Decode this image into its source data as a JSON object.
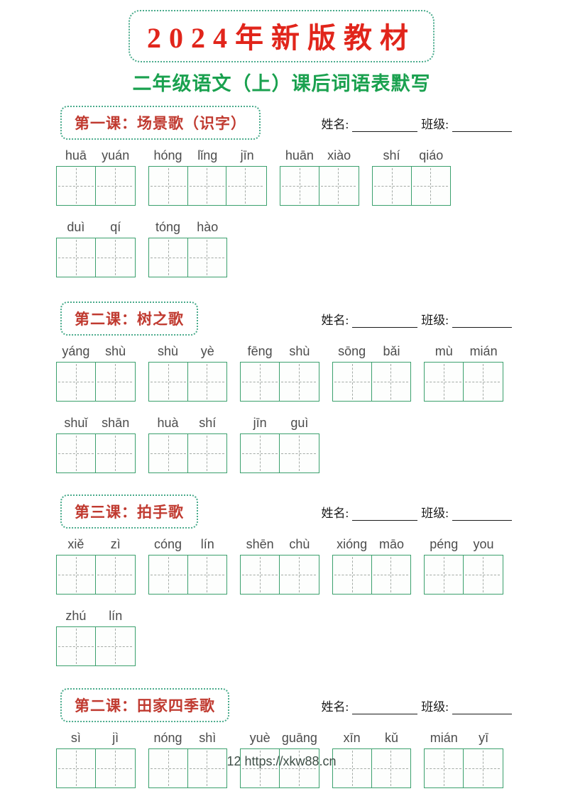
{
  "page": {
    "title": "2024年新版教材",
    "subtitle": "二年级语文（上）课后词语表默写",
    "footer": "12 https://xkw88.cn"
  },
  "labels": {
    "name": "姓名:",
    "class": "班级:"
  },
  "colors": {
    "title_red": "#e1251b",
    "section_title_red": "#c03a30",
    "subtitle_green": "#1aa14f",
    "dotted_box_green": "#4aab8c",
    "grid_green": "#3ba06d",
    "pinyin_gray": "#4c4c4c"
  },
  "sections": [
    {
      "title": "第一课：场景歌（识字）",
      "rows": [
        [
          [
            "huā",
            "yuán"
          ],
          [
            "hóng",
            "lǐng",
            "jīn"
          ],
          [
            "huān",
            "xiào"
          ],
          [
            "shí",
            "qiáo"
          ]
        ],
        [
          [
            "duì",
            "qí"
          ],
          [
            "tóng",
            "hào"
          ]
        ]
      ]
    },
    {
      "title": "第二课：树之歌",
      "rows": [
        [
          [
            "yáng",
            "shù"
          ],
          [
            "shù",
            "yè"
          ],
          [
            "fēng",
            "shù"
          ],
          [
            "sōng",
            "bǎi"
          ],
          [
            "mù",
            "mián"
          ]
        ],
        [
          [
            "shuǐ",
            "shān"
          ],
          [
            "huà",
            "shí"
          ],
          [
            "jīn",
            "guì"
          ]
        ]
      ]
    },
    {
      "title": "第三课：拍手歌",
      "rows": [
        [
          [
            "xiě",
            "zì"
          ],
          [
            "cóng",
            "lín"
          ],
          [
            "shēn",
            "chù"
          ],
          [
            "xióng",
            "māo"
          ],
          [
            "péng",
            "you"
          ]
        ],
        [
          [
            "zhú",
            "lín"
          ]
        ]
      ]
    },
    {
      "title": "第二课：田家四季歌",
      "rows": [
        [
          [
            "sì",
            "jì"
          ],
          [
            "nóng",
            "shì"
          ],
          [
            "yuè",
            "guāng"
          ],
          [
            "xīn",
            "kǔ"
          ],
          [
            "mián",
            "yī"
          ]
        ]
      ]
    }
  ]
}
